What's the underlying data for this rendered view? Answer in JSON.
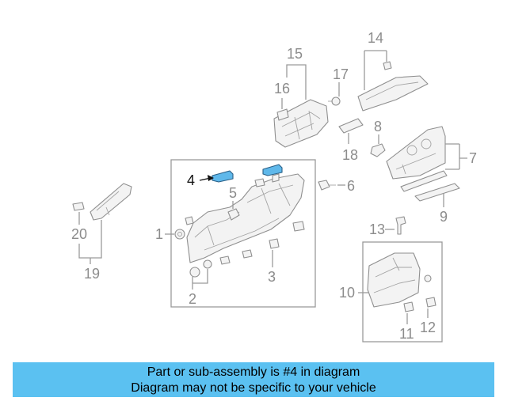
{
  "callouts": {
    "c1": "1",
    "c2": "2",
    "c3": "3",
    "c4": "4",
    "c5": "5",
    "c6": "6",
    "c7": "7",
    "c8": "8",
    "c9": "9",
    "c10": "10",
    "c11": "11",
    "c12": "12",
    "c13": "13",
    "c14": "14",
    "c15": "15",
    "c16": "16",
    "c17": "17",
    "c18": "18",
    "c19": "19",
    "c20": "20"
  },
  "highlighted_part": "4",
  "colors": {
    "highlight": "#5fb8ea",
    "banner": "#5bc1f1",
    "line_art": "#8f8f8f",
    "callout_text": "#8c8c8c"
  },
  "banner": {
    "line1": "Part or sub-assembly is #4 in diagram",
    "line2": "Diagram may not be specific to your vehicle"
  }
}
